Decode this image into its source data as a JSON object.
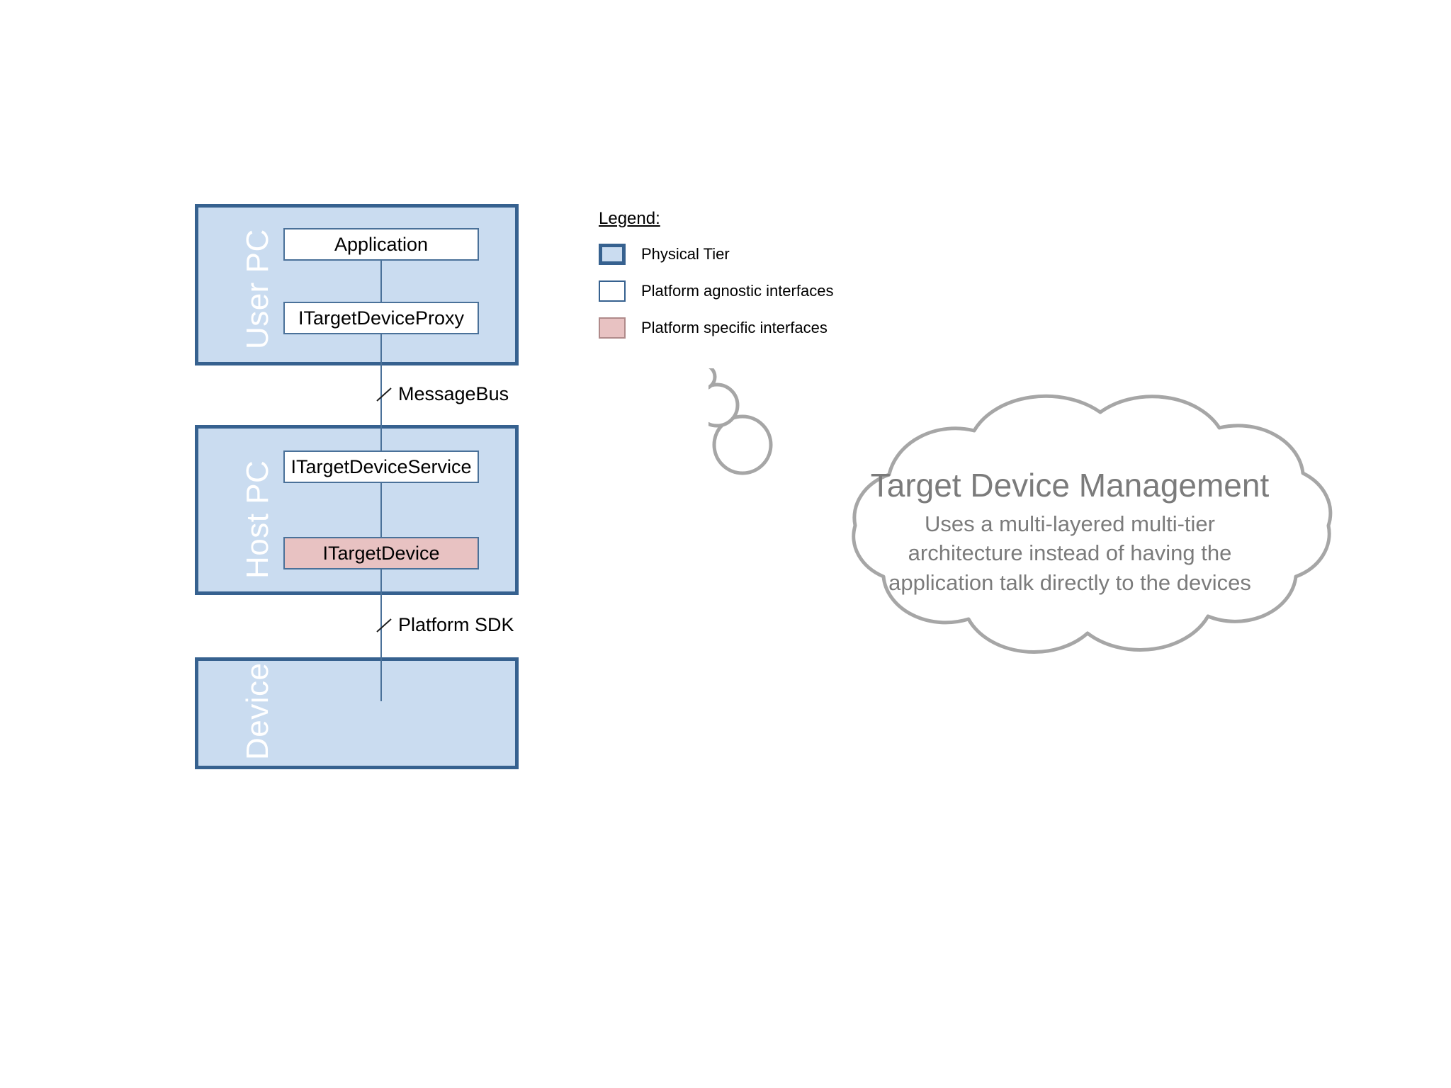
{
  "diagram": {
    "tiers": [
      {
        "id": "user",
        "label": "User PC"
      },
      {
        "id": "host",
        "label": "Host PC"
      },
      {
        "id": "device",
        "label": "Device"
      }
    ],
    "components": [
      {
        "id": "application",
        "label": "Application",
        "kind": "Platform agnostic interfaces"
      },
      {
        "id": "itargetdeviceproxy",
        "label": "ITargetDeviceProxy",
        "kind": "Platform agnostic interfaces"
      },
      {
        "id": "itargetdeviceservice",
        "label": "ITargetDeviceService",
        "kind": "Platform agnostic interfaces"
      },
      {
        "id": "itargetdevice",
        "label": "ITargetDevice",
        "kind": "Platform specific interfaces"
      }
    ],
    "connectors": [
      {
        "id": "messagebus",
        "label": "MessageBus",
        "from": "User PC",
        "to": "Host PC"
      },
      {
        "id": "platformsdk",
        "label": "Platform SDK",
        "from": "Host PC",
        "to": "Device"
      }
    ]
  },
  "legend": {
    "title": "Legend:",
    "items": [
      {
        "label": "Physical Tier",
        "color": "#cadcf0",
        "border": "#36618f"
      },
      {
        "label": "Platform agnostic interfaces",
        "color": "#ffffff",
        "border": "#36618f"
      },
      {
        "label": "Platform specific interfaces",
        "color": "#e8c2c2",
        "border": "#b08a8a"
      }
    ]
  },
  "cloud": {
    "title": "Target Device Management",
    "lines": [
      "Uses a multi-layered multi-tier",
      "architecture instead of having the",
      "application talk directly to the devices"
    ],
    "outline_color": "#a6a6a6"
  }
}
